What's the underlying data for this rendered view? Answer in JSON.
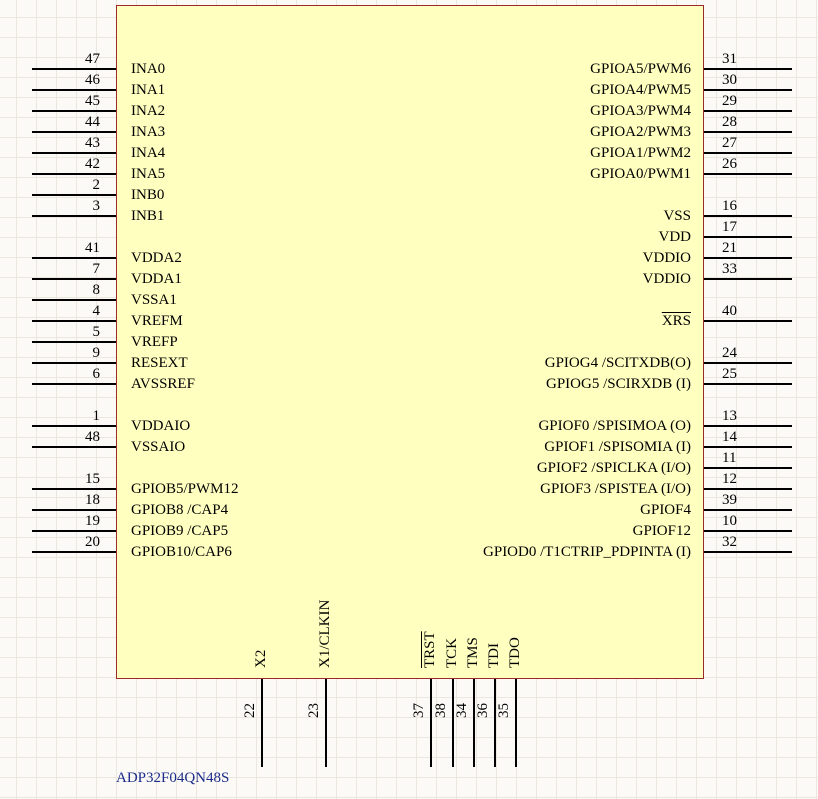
{
  "component": {
    "ref": "ADP32F04QN48S",
    "colors": {
      "body_fill": "#ffffc0",
      "body_border": "#9b2b2b",
      "ref_text": "#1c2c8c"
    },
    "left_pins": [
      {
        "num": "47",
        "name": "INA0"
      },
      {
        "num": "46",
        "name": "INA1"
      },
      {
        "num": "45",
        "name": "INA2"
      },
      {
        "num": "44",
        "name": "INA3"
      },
      {
        "num": "43",
        "name": "INA4"
      },
      {
        "num": "42",
        "name": "INA5"
      },
      {
        "num": "2",
        "name": "INB0"
      },
      {
        "num": "3",
        "name": "INB1"
      },
      {
        "num": "41",
        "name": "VDDA2"
      },
      {
        "num": "7",
        "name": "VDDA1"
      },
      {
        "num": "8",
        "name": "VSSA1"
      },
      {
        "num": "4",
        "name": "VREFM"
      },
      {
        "num": "5",
        "name": "VREFP"
      },
      {
        "num": "9",
        "name": "RESEXT"
      },
      {
        "num": "6",
        "name": "AVSSREF"
      },
      {
        "num": "1",
        "name": "VDDAIO"
      },
      {
        "num": "48",
        "name": "VSSAIO"
      },
      {
        "num": "15",
        "name": "GPIOB5/PWM12"
      },
      {
        "num": "18",
        "name": "GPIOB8 /CAP4"
      },
      {
        "num": "19",
        "name": "GPIOB9 /CAP5"
      },
      {
        "num": "20",
        "name": "GPIOB10/CAP6"
      }
    ],
    "right_pins": [
      {
        "num": "31",
        "name": "GPIOA5/PWM6"
      },
      {
        "num": "30",
        "name": "GPIOA4/PWM5"
      },
      {
        "num": "29",
        "name": "GPIOA3/PWM4"
      },
      {
        "num": "28",
        "name": "GPIOA2/PWM3"
      },
      {
        "num": "27",
        "name": "GPIOA1/PWM2"
      },
      {
        "num": "26",
        "name": "GPIOA0/PWM1"
      },
      {
        "num": "16",
        "name": "VSS"
      },
      {
        "num": "17",
        "name": "VDD"
      },
      {
        "num": "21",
        "name": "VDDIO"
      },
      {
        "num": "33",
        "name": "VDDIO"
      },
      {
        "num": "40",
        "name": "XRS"
      },
      {
        "num": "24",
        "name": "GPIOG4 /SCITXDB(O)"
      },
      {
        "num": "25",
        "name": "GPIOG5 /SCIRXDB (I)"
      },
      {
        "num": "13",
        "name": "GPIOF0 /SPISIMOA (O)"
      },
      {
        "num": "14",
        "name": "GPIOF1 /SPISOMIA (I)"
      },
      {
        "num": "11",
        "name": "GPIOF2 /SPICLKA (I/O)"
      },
      {
        "num": "12",
        "name": "GPIOF3 /SPISTEA (I/O)"
      },
      {
        "num": "39",
        "name": "GPIOF4"
      },
      {
        "num": "10",
        "name": "GPIOF12"
      },
      {
        "num": "32",
        "name": "GPIOD0 /T1CTRIP_PDPINTA (I)"
      }
    ],
    "bottom_pins": [
      {
        "num": "22",
        "name": "X2"
      },
      {
        "num": "23",
        "name": "X1/CLKIN"
      },
      {
        "num": "37",
        "name": "TRST"
      },
      {
        "num": "38",
        "name": "TCK"
      },
      {
        "num": "34",
        "name": "TMS"
      },
      {
        "num": "36",
        "name": "TDI"
      },
      {
        "num": "35",
        "name": "TDO"
      }
    ]
  }
}
